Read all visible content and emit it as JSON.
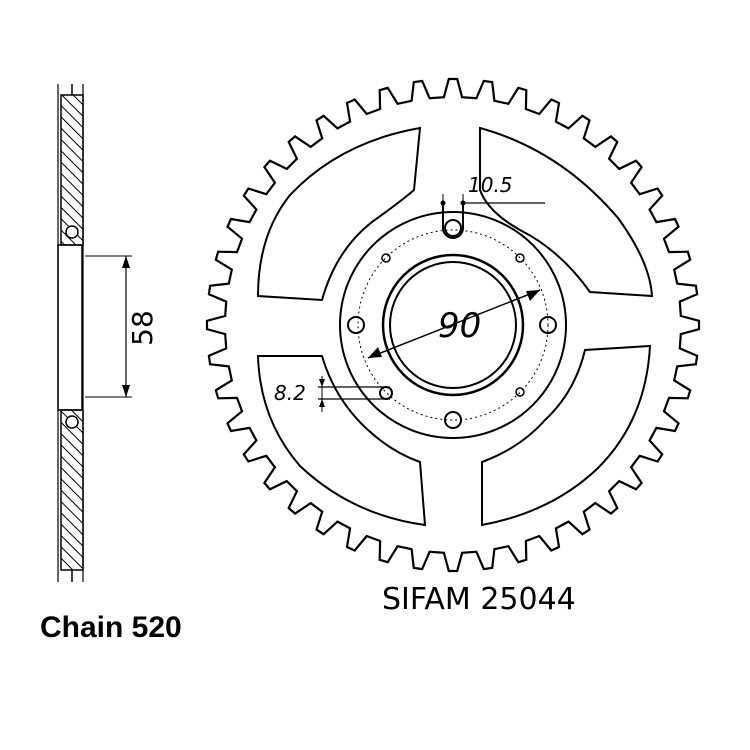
{
  "dimensions": {
    "hub_height": "58",
    "bolt_circle": "90",
    "hole_diameter": "8.2",
    "slot_width": "10.5"
  },
  "part_number": "SIFAM 25044",
  "chain_label": "Chain 520",
  "colors": {
    "ink": "#000000",
    "background": "#ffffff"
  }
}
